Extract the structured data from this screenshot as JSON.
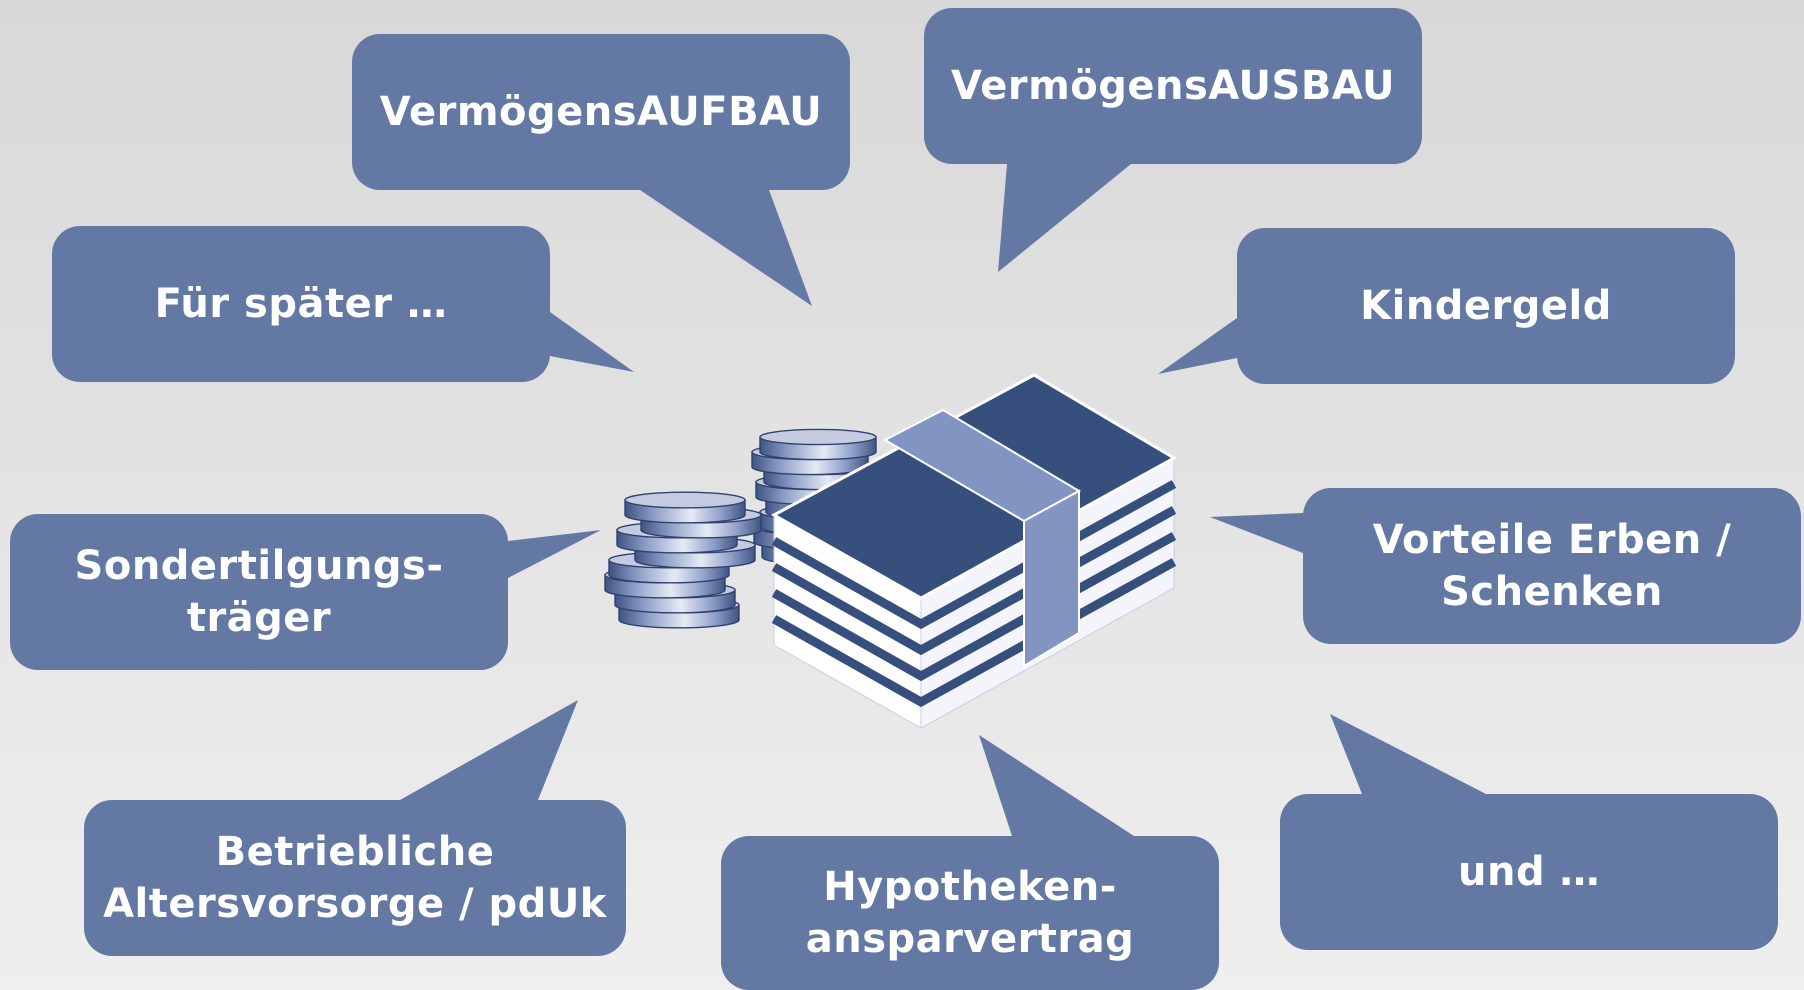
{
  "colors": {
    "bubble": "#6378a3",
    "bundle_dark": "#374f7c",
    "band": "#8294c2",
    "coin_face": "#c4cbe0",
    "coin_edge": "#4a5f8e",
    "background": "#dedede"
  },
  "center_illustration": {
    "icon": "money-stack-and-coins-icon"
  },
  "bubbles": [
    {
      "id": "vermoegensaufbau",
      "text": "VermögensAUFBAU"
    },
    {
      "id": "vermoegensausbau",
      "text": "VermögensAUSBAU"
    },
    {
      "id": "fuer-spaeter",
      "text": "Für später …"
    },
    {
      "id": "kindergeld",
      "text": "Kindergeld"
    },
    {
      "id": "sondertilgungstraeger",
      "text": "Sondertilgungs-\nträger"
    },
    {
      "id": "vorteile-erben",
      "text": "Vorteile Erben /\nSchenken"
    },
    {
      "id": "betriebliche-av",
      "text": "Betriebliche\nAltersvorsorge / pdUk"
    },
    {
      "id": "hypotheken",
      "text": "Hypotheken-\nansparvertrag"
    },
    {
      "id": "und",
      "text": "und …"
    }
  ]
}
